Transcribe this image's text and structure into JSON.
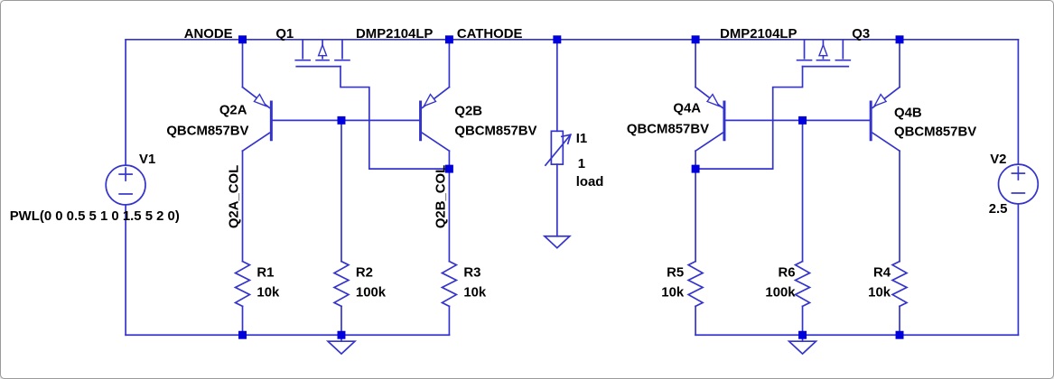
{
  "colors": {
    "wire": "#3434cc",
    "junction": "#0000dd",
    "text": "#000000",
    "border": "#9a9a9a",
    "background": "#ffffff"
  },
  "net_labels": {
    "anode": "ANODE",
    "cathode": "CATHODE",
    "q2a_col": "Q2A_COL",
    "q2b_col": "Q2B_COL"
  },
  "components": {
    "q1": {
      "ref": "Q1",
      "model": "DMP2104LP"
    },
    "q3": {
      "ref": "Q3",
      "model": "DMP2104LP"
    },
    "q2a": {
      "ref": "Q2A",
      "model": "QBCM857BV"
    },
    "q2b": {
      "ref": "Q2B",
      "model": "QBCM857BV"
    },
    "q4a": {
      "ref": "Q4A",
      "model": "QBCM857BV"
    },
    "q4b": {
      "ref": "Q4B",
      "model": "QBCM857BV"
    },
    "v1": {
      "ref": "V1",
      "value": "PWL(0 0 0.5 5 1 0 1.5 5 2 0)"
    },
    "v2": {
      "ref": "V2",
      "value": "2.5"
    },
    "i1": {
      "ref": "I1",
      "value": "1",
      "desc": "load"
    },
    "r1": {
      "ref": "R1",
      "value": "10k"
    },
    "r2": {
      "ref": "R2",
      "value": "100k"
    },
    "r3": {
      "ref": "R3",
      "value": "10k"
    },
    "r4": {
      "ref": "R4",
      "value": "10k"
    },
    "r5": {
      "ref": "R5",
      "value": "10k"
    },
    "r6": {
      "ref": "R6",
      "value": "100k"
    }
  }
}
